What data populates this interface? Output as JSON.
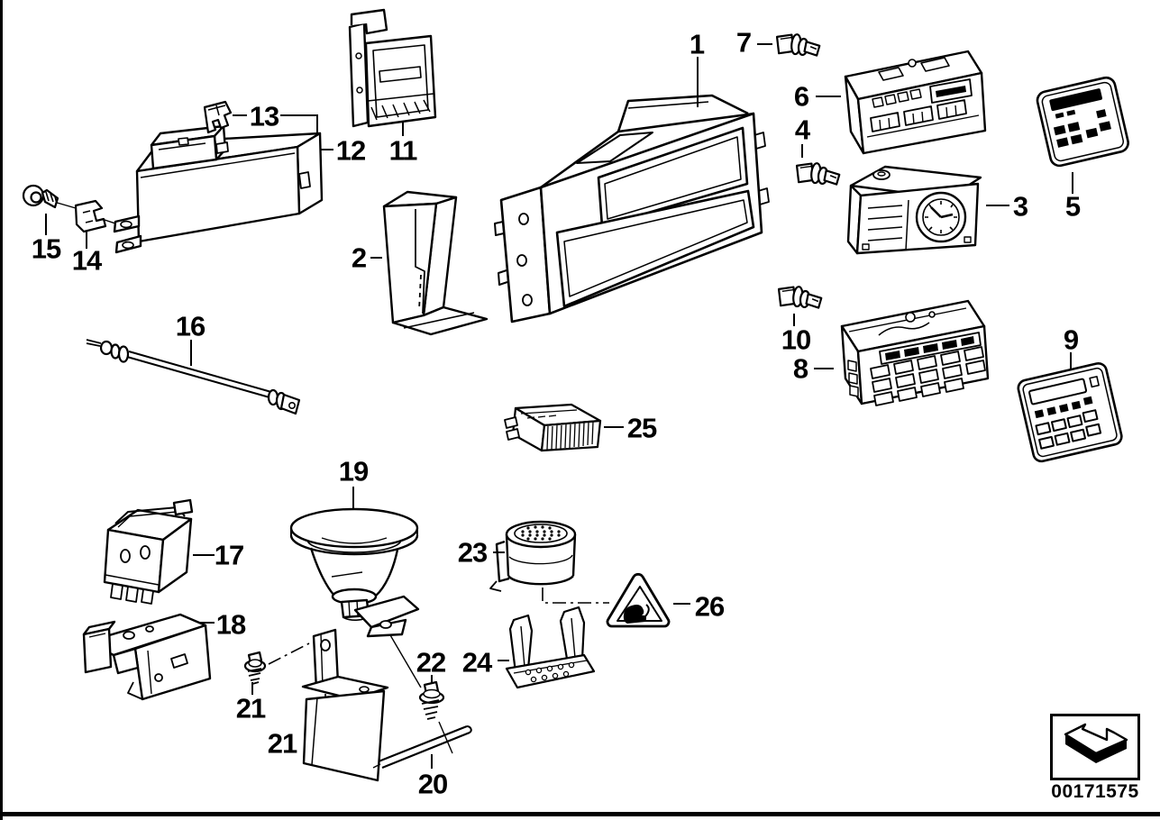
{
  "diagram": {
    "image_id": "00171575",
    "callouts": {
      "c1": {
        "label": "1"
      },
      "c2": {
        "label": "2"
      },
      "c3": {
        "label": "3"
      },
      "c4": {
        "label": "4"
      },
      "c5": {
        "label": "5"
      },
      "c6": {
        "label": "6"
      },
      "c7": {
        "label": "7"
      },
      "c8": {
        "label": "8"
      },
      "c9": {
        "label": "9"
      },
      "c10": {
        "label": "10"
      },
      "c11": {
        "label": "11"
      },
      "c12": {
        "label": "12"
      },
      "c13": {
        "label": "13"
      },
      "c14": {
        "label": "14"
      },
      "c15": {
        "label": "15"
      },
      "c16": {
        "label": "16"
      },
      "c17": {
        "label": "17"
      },
      "c18": {
        "label": "18"
      },
      "c19": {
        "label": "19"
      },
      "c20": {
        "label": "20"
      },
      "c21a": {
        "label": "21"
      },
      "c21b": {
        "label": "21"
      },
      "c22": {
        "label": "22"
      },
      "c23": {
        "label": "23"
      },
      "c24": {
        "label": "24"
      },
      "c25": {
        "label": "25"
      },
      "c26": {
        "label": "26"
      }
    }
  }
}
